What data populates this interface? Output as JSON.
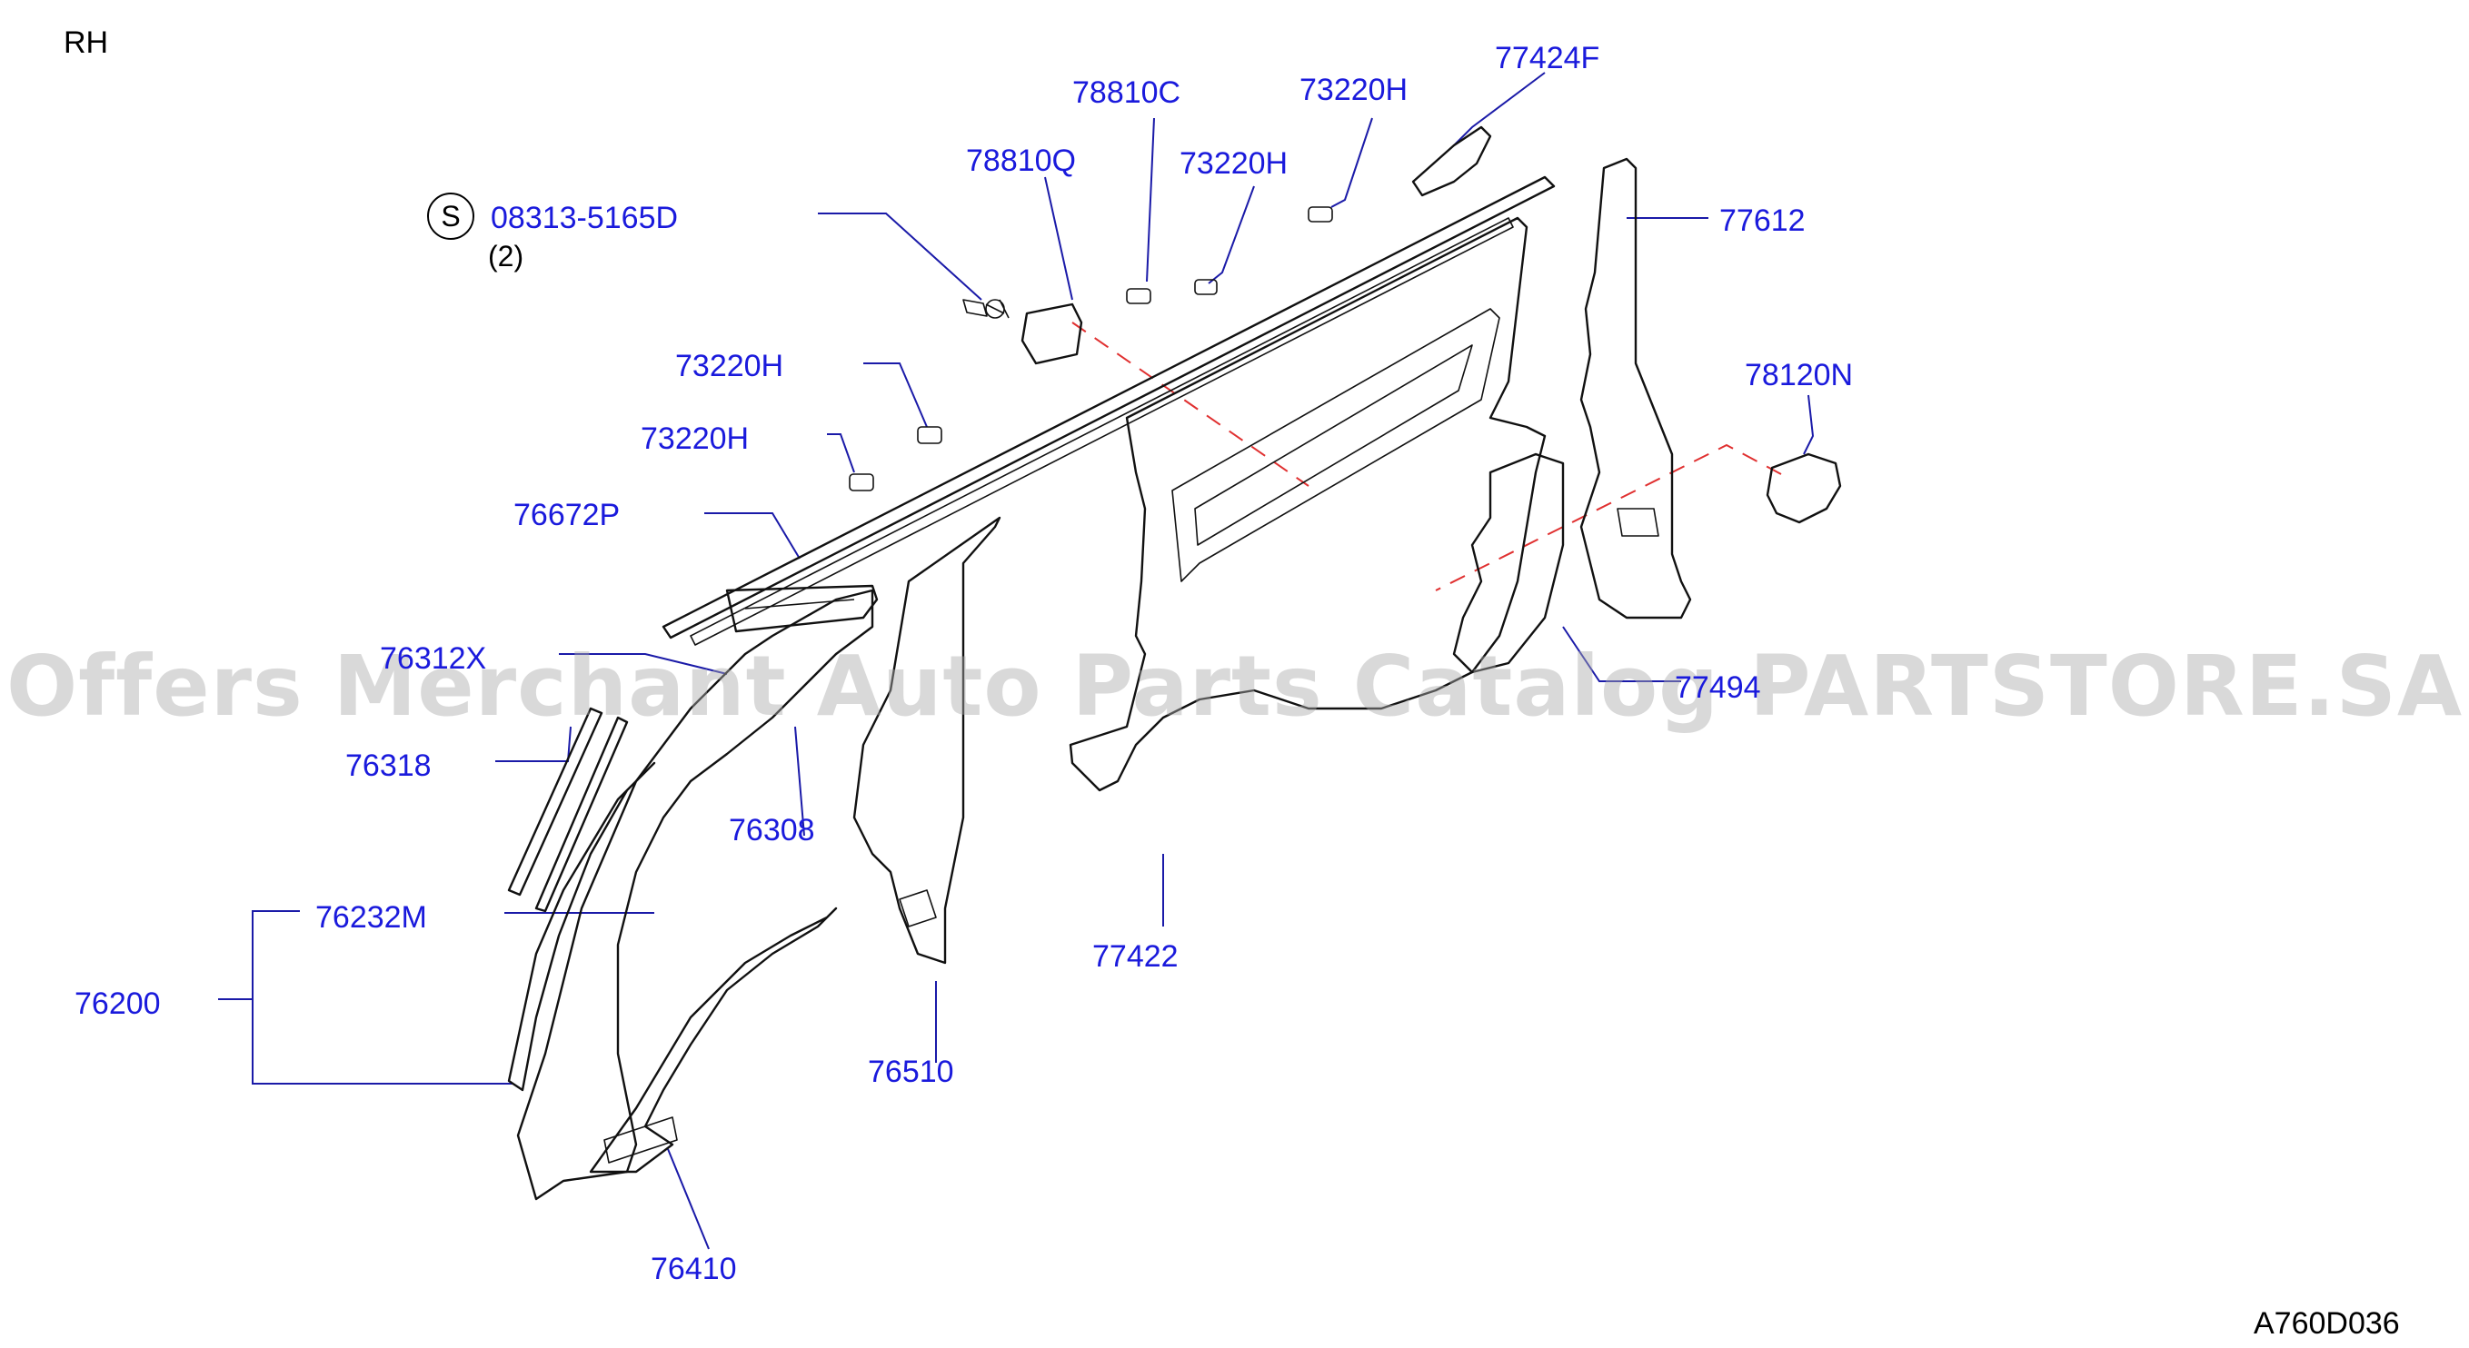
{
  "diagram": {
    "side": "RH",
    "code": "A760D036",
    "watermark": "Offers Merchant Auto Parts Catalog PARTSTORE.SA",
    "symbol": "S",
    "labels": {
      "p77424f": "77424F",
      "p78810c": "78810C",
      "p73220h_a": "73220H",
      "p78810q": "78810Q",
      "p73220h_b": "73220H",
      "p08313": "08313-5165D",
      "qty": "(2)",
      "p77612": "77612",
      "p78120n": "78120N",
      "p73220h_c": "73220H",
      "p73220h_d": "73220H",
      "p76672p": "76672P",
      "p76312x": "76312X",
      "p77494": "77494",
      "p76318": "76318",
      "p76308": "76308",
      "p76232m": "76232M",
      "p77422": "77422",
      "p76200": "76200",
      "p76510": "76510",
      "p76410": "76410"
    }
  }
}
